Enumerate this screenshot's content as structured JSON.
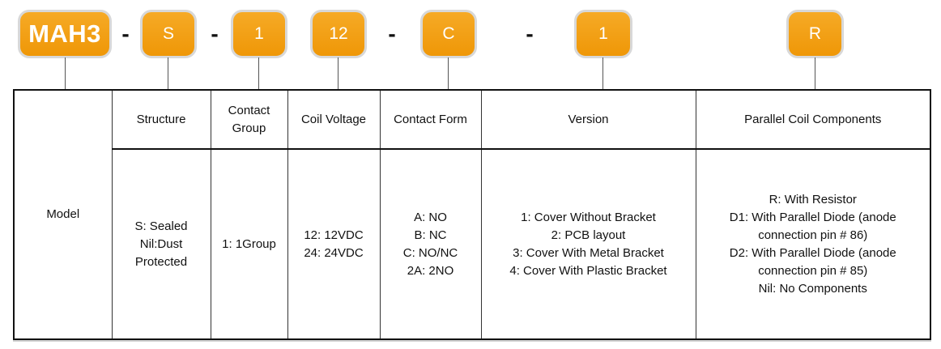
{
  "part_number": {
    "separator": "-",
    "segments": [
      {
        "label": "MAH3"
      },
      {
        "label": "S"
      },
      {
        "label": "1"
      },
      {
        "label": "12"
      },
      {
        "label": "C"
      },
      {
        "label": "1"
      },
      {
        "label": "R"
      }
    ]
  },
  "table": {
    "row_label": "Model",
    "columns": [
      {
        "header": "Structure",
        "lines": [
          "S: Sealed",
          "Nil:Dust",
          "Protected"
        ]
      },
      {
        "header": "Contact Group",
        "lines": [
          "1: 1Group"
        ]
      },
      {
        "header": "Coil Voltage",
        "lines": [
          "12: 12VDC",
          "24: 24VDC"
        ]
      },
      {
        "header": "Contact Form",
        "lines": [
          "A: NO",
          "B: NC",
          "C: NO/NC",
          "2A: 2NO"
        ]
      },
      {
        "header": "Version",
        "lines": [
          "1: Cover Without Bracket",
          "2: PCB layout",
          "3: Cover With Metal Bracket",
          "4: Cover With Plastic Bracket"
        ]
      },
      {
        "header": "Parallel Coil Components",
        "lines": [
          "R: With Resistor",
          "D1: With Parallel Diode (anode",
          "connection pin # 86)",
          "D2: With Parallel Diode (anode",
          "connection pin # 85)",
          "Nil: No Components"
        ]
      }
    ]
  },
  "colors": {
    "badge_orange": "#F2A011",
    "badge_border": "#D8D8D8",
    "badge_text": "#FFFFFF",
    "table_border": "#222222",
    "text": "#111111"
  }
}
